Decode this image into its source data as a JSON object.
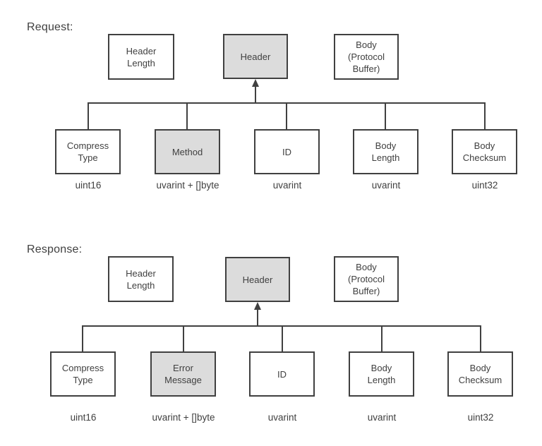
{
  "colors": {
    "background": "#ffffff",
    "stroke": "#404040",
    "text": "#404040",
    "box_fill": "#ffffff",
    "shaded_box_fill": "#dcdcdc"
  },
  "request": {
    "title": "Request:",
    "top": {
      "header_length": "Header\nLength",
      "header": "Header",
      "body": "Body\n(Protocol\nBuffer)"
    },
    "fields": [
      {
        "label": "Compress\nType",
        "type": "uint16",
        "shaded": false
      },
      {
        "label": "Method",
        "type": "uvarint + []byte",
        "shaded": true
      },
      {
        "label": "ID",
        "type": "uvarint",
        "shaded": false
      },
      {
        "label": "Body\nLength",
        "type": "uvarint",
        "shaded": false
      },
      {
        "label": "Body\nChecksum",
        "type": "uint32",
        "shaded": false
      }
    ]
  },
  "response": {
    "title": "Response:",
    "top": {
      "header_length": "Header\nLength",
      "header": "Header",
      "body": "Body\n(Protocol\nBuffer)"
    },
    "fields": [
      {
        "label": "Compress\nType",
        "type": "uint16",
        "shaded": false
      },
      {
        "label": "Error\nMessage",
        "type": "uvarint + []byte",
        "shaded": true
      },
      {
        "label": "ID",
        "type": "uvarint",
        "shaded": false
      },
      {
        "label": "Body\nLength",
        "type": "uvarint",
        "shaded": false
      },
      {
        "label": "Body\nChecksum",
        "type": "uint32",
        "shaded": false
      }
    ]
  }
}
